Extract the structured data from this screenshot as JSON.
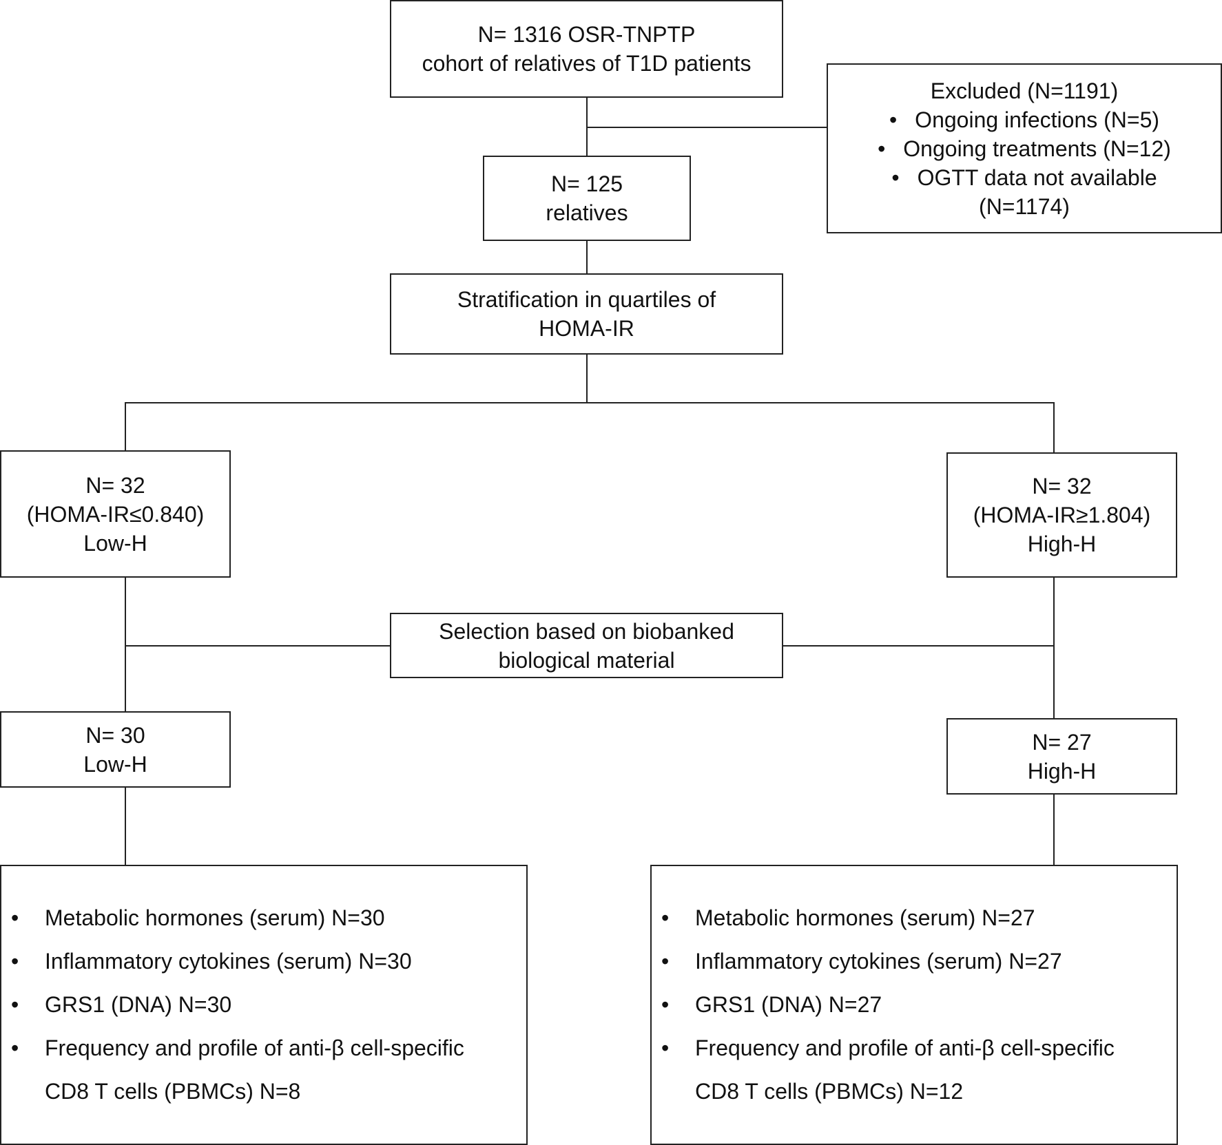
{
  "cohort_box": {
    "line1": "N= 1316 OSR-TNPTP",
    "line2": "cohort of relatives of T1D patients"
  },
  "excluded_box": {
    "title": "Excluded (N=1191)",
    "bullet": "•",
    "items": [
      "Ongoing infections (N=5)",
      "Ongoing treatments (N=12)",
      "OGTT data not available"
    ],
    "last_item_cont": "(N=1174)"
  },
  "relatives_box": {
    "line1": "N= 125",
    "line2": "relatives"
  },
  "stratification_box": {
    "line1": "Stratification in quartiles of",
    "line2": "HOMA-IR"
  },
  "low_h_box": {
    "line1": "N= 32",
    "line2": "(HOMA-IR≤0.840)",
    "line3": "Low-H"
  },
  "high_h_box": {
    "line1": "N= 32",
    "line2": "(HOMA-IR≥1.804)",
    "line3": "High-H"
  },
  "selection_box": {
    "line1": "Selection based on biobanked",
    "line2": "biological material"
  },
  "low_h_final_box": {
    "line1": "N= 30",
    "line2": "Low-H"
  },
  "high_h_final_box": {
    "line1": "N= 27",
    "line2": "High-H"
  },
  "low_results": {
    "bullet": "•",
    "items": [
      "Metabolic hormones (serum) N=30",
      "Inflammatory cytokines (serum) N=30",
      "GRS1 (DNA) N=30",
      "Frequency and profile of anti-β cell-specific"
    ],
    "last_item_cont": "CD8 T cells (PBMCs) N=8"
  },
  "high_results": {
    "bullet": "•",
    "items": [
      "Metabolic hormones (serum) N=27",
      "Inflammatory cytokines (serum) N=27",
      "GRS1 (DNA) N=27",
      "Frequency and profile of anti-β cell-specific"
    ],
    "last_item_cont": "CD8 T cells (PBMCs) N=12"
  }
}
